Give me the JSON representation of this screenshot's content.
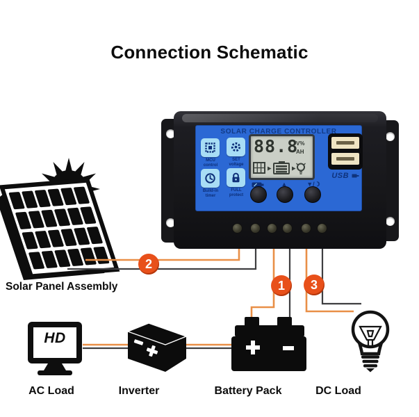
{
  "title": "Connection Schematic",
  "controller": {
    "name": "SOLAR CHARGE CONTROLLER",
    "feature_buttons": [
      {
        "icon": "chip-icon",
        "line1": "MCU",
        "line2": "control"
      },
      {
        "icon": "gear-icon",
        "line1": "SET",
        "line2": "voltage"
      },
      {
        "icon": "clock-icon",
        "line1": "Build-in",
        "line2": "timer"
      },
      {
        "icon": "lock-icon",
        "line1": "FULL",
        "line2": "protect"
      }
    ],
    "lcd": {
      "value": "88.8",
      "unit_top": "V%",
      "unit_bottom": "AH"
    },
    "buttons": {
      "up_symbol": "▲",
      "down_symbol": "▼/☽"
    },
    "usb_label": "USB"
  },
  "badges": {
    "solar": "2",
    "battery": "1",
    "dc_load": "3"
  },
  "devices": {
    "ac_load_screen_text": "HD"
  },
  "labels": {
    "solar_panel": "Solar Panel Assembly",
    "ac_load": "AC Load",
    "inverter": "Inverter",
    "battery_pack": "Battery Pack",
    "dc_load": "DC Load"
  },
  "colors": {
    "badge_orange": "#e8501a",
    "wire_orange": "#e98f47",
    "wire_dark": "#3e3e40",
    "controller_face_blue": "#2b68d4",
    "button_light_blue": "#a8ddf5",
    "icon_navy": "#0d2f78",
    "lcd_bg": "#cacfc6"
  }
}
